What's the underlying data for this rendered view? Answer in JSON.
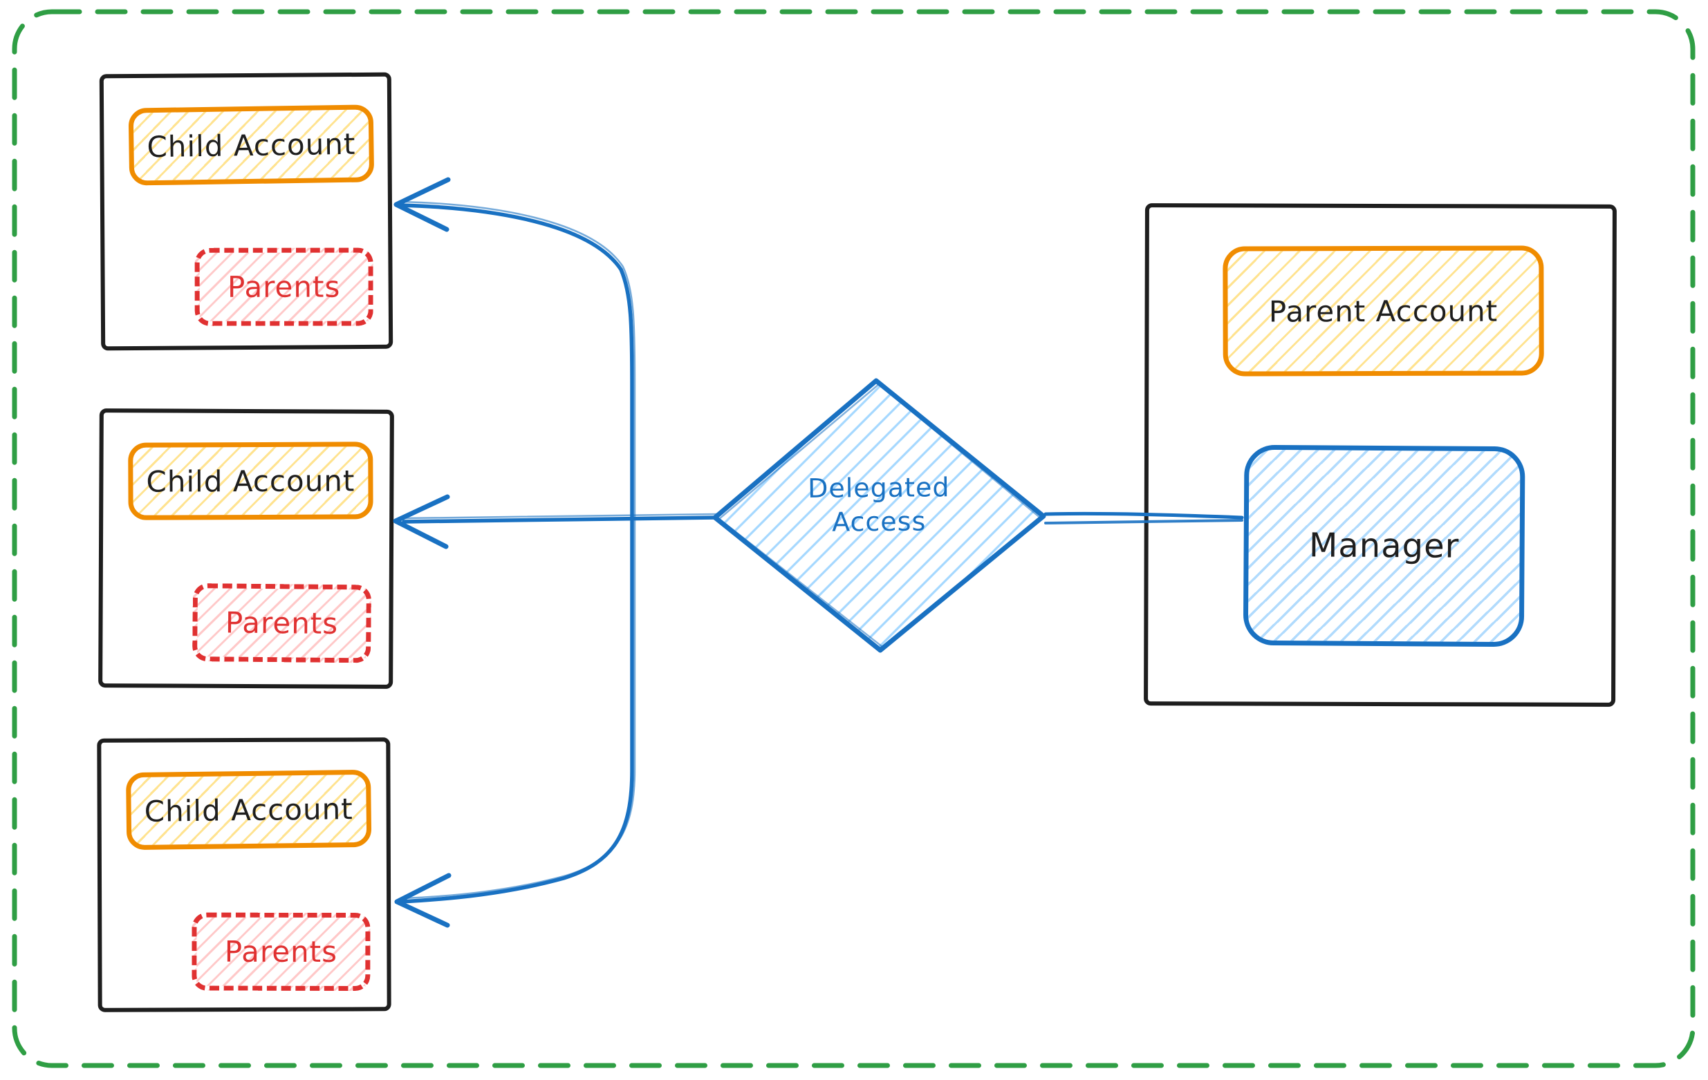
{
  "frame": {
    "border_color": "#2f9e44",
    "border_style": "dashed"
  },
  "child_accounts": [
    {
      "title": "Child Account",
      "members_label": "Parents"
    },
    {
      "title": "Child Account",
      "members_label": "Parents"
    },
    {
      "title": "Child Account",
      "members_label": "Parents"
    }
  ],
  "parent_account": {
    "title": "Parent Account",
    "manager_label": "Manager"
  },
  "decision": {
    "label_line1": "Delegated",
    "label_line2": "Access",
    "full_label": "Delegated Access"
  },
  "connections": [
    {
      "from": "Delegated Access",
      "to": "Child Account (top)",
      "style": "curved arrow, points left"
    },
    {
      "from": "Delegated Access",
      "to": "Child Account (middle)",
      "style": "straight arrow, points left"
    },
    {
      "from": "Delegated Access",
      "to": "Child Account (bottom)",
      "style": "curved arrow, points left"
    },
    {
      "from": "Manager",
      "to": "Delegated Access",
      "style": "plain double line"
    }
  ],
  "colors": {
    "stroke_black": "#1e1e1e",
    "blue": "#1971c2",
    "blue_fill": "#a5d8ff",
    "orange": "#f08c00",
    "orange_fill": "#ffd43b",
    "red": "#e03131",
    "red_fill": "#ffc9c9",
    "green_frame": "#2f9e44",
    "background": "#ffffff"
  }
}
